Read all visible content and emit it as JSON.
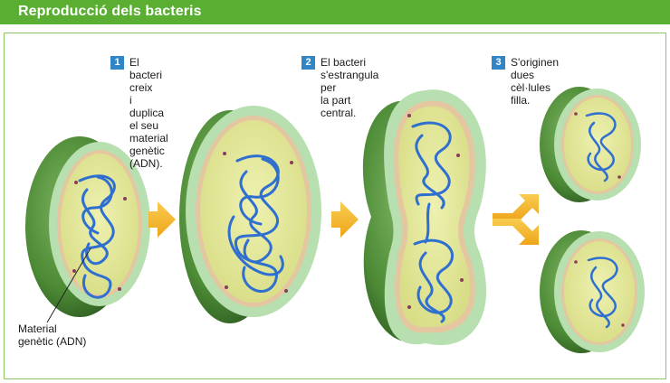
{
  "header": {
    "title": "Reproducció dels bacteris"
  },
  "steps": [
    {
      "number": "1",
      "lines": [
        "El bacteri creix",
        "i duplica el seu",
        "material genètic",
        "(ADN)."
      ]
    },
    {
      "number": "2",
      "lines": [
        "El bacteri",
        "s'estrangula per",
        "la part central."
      ]
    },
    {
      "number": "3",
      "lines": [
        "S'originen dues",
        "cèl·lules filla."
      ]
    }
  ],
  "labels": {
    "material_line1": "Material",
    "material_line2": "genètic (ADN)"
  },
  "colors": {
    "header": "#5aae32",
    "number_box": "#2f85c5",
    "arrow": "#f5b72c",
    "dna": "#2f6fd0",
    "cytoplasm": "#e6ea9c",
    "capsule_outer": "#4f8f3a",
    "wall": "#b7dfb0"
  }
}
